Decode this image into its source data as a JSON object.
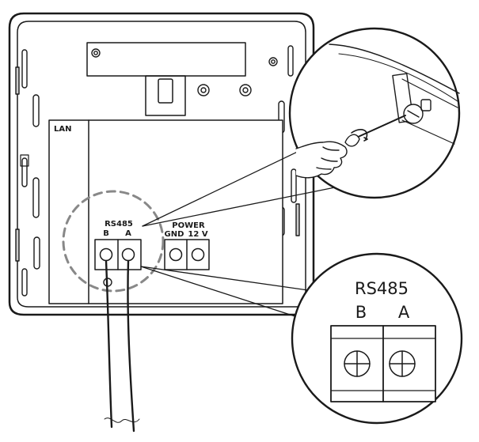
{
  "diagram": {
    "lan_label": "LAN",
    "terminal_rs485": {
      "title": "RS485",
      "pin_b": "B",
      "pin_a": "A"
    },
    "terminal_power": {
      "title": "POWER",
      "pin_gnd": "GND",
      "pin_12v": "12 V"
    },
    "zoom_detail": {
      "title": "RS485",
      "pin_b": "B",
      "pin_a": "A"
    }
  }
}
